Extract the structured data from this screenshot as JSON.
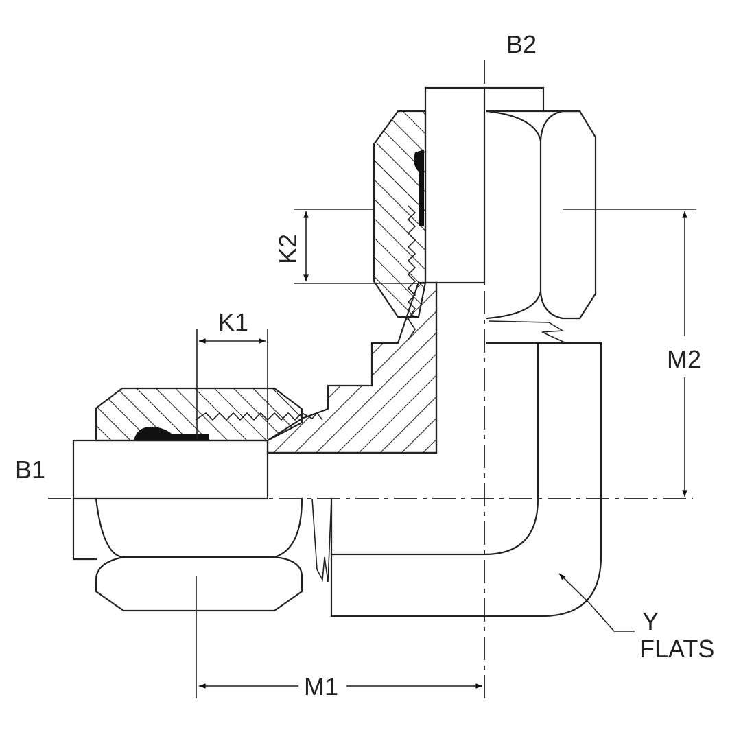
{
  "diagram": {
    "subject": "90-degree elbow tube fitting, cross-section view",
    "labels": {
      "b1": "B1",
      "b2": "B2",
      "k1": "K1",
      "k2": "K2",
      "m1": "M1",
      "m2": "M2",
      "y": "Y",
      "flats": "FLATS"
    },
    "colors": {
      "line": "#222222",
      "background": "#ffffff"
    }
  }
}
